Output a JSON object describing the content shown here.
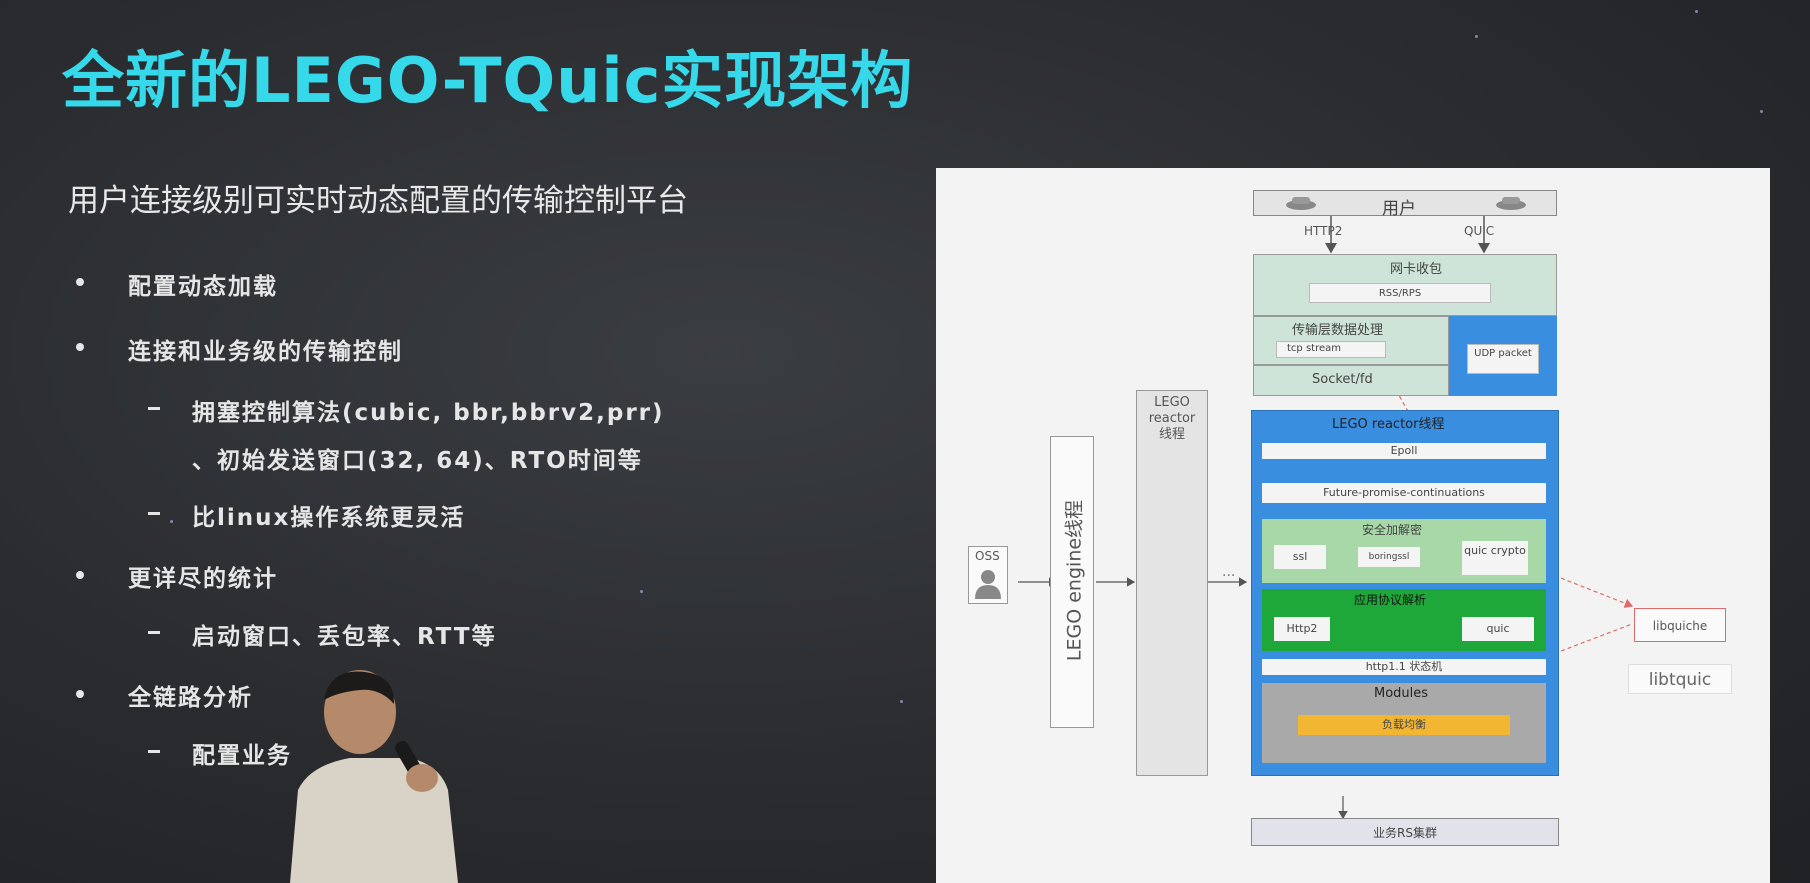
{
  "title": "全新的LEGO-TQuic实现架构",
  "subtitle": "用户连接级别可实时动态配置的传输控制平台",
  "bullets": {
    "b1": "配置动态加载",
    "b2": "连接和业务级的传输控制",
    "b2s1a": "拥塞控制算法(cubic, bbr,bbrv2,prr)",
    "b2s1b": "、初始发送窗口(32, 64)、RTO时间等",
    "b2s2": "比linux操作系统更灵活",
    "b3": "更详尽的统计",
    "b3s1": "启动窗口、丢包率、RTT等",
    "b4": "全链路分析",
    "b4s1": "配置业务"
  },
  "diagram": {
    "user": "用户",
    "http2": "HTTP2",
    "quic_label": "QUIC",
    "nic": "网卡收包",
    "rss": "RSS/RPS",
    "transport": "传输层数据处理",
    "tcp_stream": "tcp stream",
    "udp_packet": "UDP packet",
    "socket": "Socket/fd",
    "lego_reactor_title": "LEGO reactor线程",
    "epoll": "Epoll",
    "future": "Future-promise-continuations",
    "security": "安全加解密",
    "ssl": "ssl",
    "boringssl": "boringssl",
    "quic_crypto": "quic crypto",
    "app_proto": "应用协议解析",
    "http2_box": "Http2",
    "quic_box": "quic",
    "http11": "http1.1 状态机",
    "modules": "Modules",
    "lb": "负载均衡",
    "rs": "业务RS集群",
    "oss": "OSS",
    "lego_engine": "LEGO engine线程",
    "lego_reactor_col": "LEGO reactor 线程",
    "ellipsis": "...",
    "libquiche": "libquiche",
    "libtquic": "libtquic"
  },
  "colors": {
    "title": "#35d9ea",
    "blue": "#3a8ee0",
    "green": "#1fa83a",
    "lightgreen": "#a8d8a8",
    "gray": "#a9a9a9",
    "orange": "#f2b632"
  }
}
